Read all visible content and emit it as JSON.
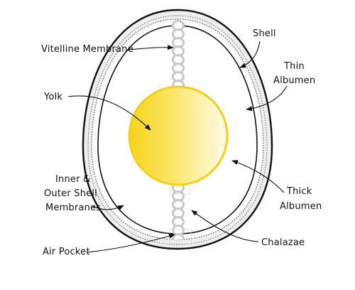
{
  "diagram": {
    "labels": {
      "vitelline_membrane": "Vitelline Membrane",
      "yolk": "Yolk",
      "shell": "Shell",
      "thin_albumen_line1": "Thin",
      "thin_albumen_line2": "Albumen",
      "inner_outer_line1": "Inner &",
      "inner_outer_line2": "Outer Shell",
      "inner_outer_line3": "Membranes",
      "thick_albumen_line1": "Thick",
      "thick_albumen_line2": "Albumen",
      "chalazae": "Chalazae",
      "air_pocket": "Air Pocket"
    },
    "colors": {
      "yolk_edge": "#f2cf1f",
      "yolk_left": "#f6d31b",
      "yolk_right": "#fffbe8",
      "shell_band": "#eeeeee",
      "outline": "#111111",
      "chalazae": "#c8c8c8"
    }
  }
}
